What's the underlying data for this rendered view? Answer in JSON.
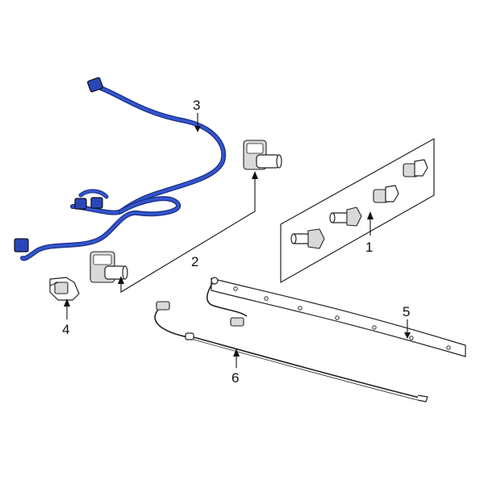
{
  "diagram": {
    "background_color": "#ffffff",
    "harness_color": "#2a47b8",
    "callouts": [
      {
        "id": "1",
        "label": "1",
        "part": "sensor-set-on-panel"
      },
      {
        "id": "2",
        "label": "2",
        "part": "parking-aid-sensor"
      },
      {
        "id": "3",
        "label": "3",
        "part": "wiring-harness"
      },
      {
        "id": "4",
        "label": "4",
        "part": "sensor-bracket"
      },
      {
        "id": "5",
        "label": "5",
        "part": "bumper-strip"
      },
      {
        "id": "6",
        "label": "6",
        "part": "sensor-cable"
      }
    ]
  }
}
